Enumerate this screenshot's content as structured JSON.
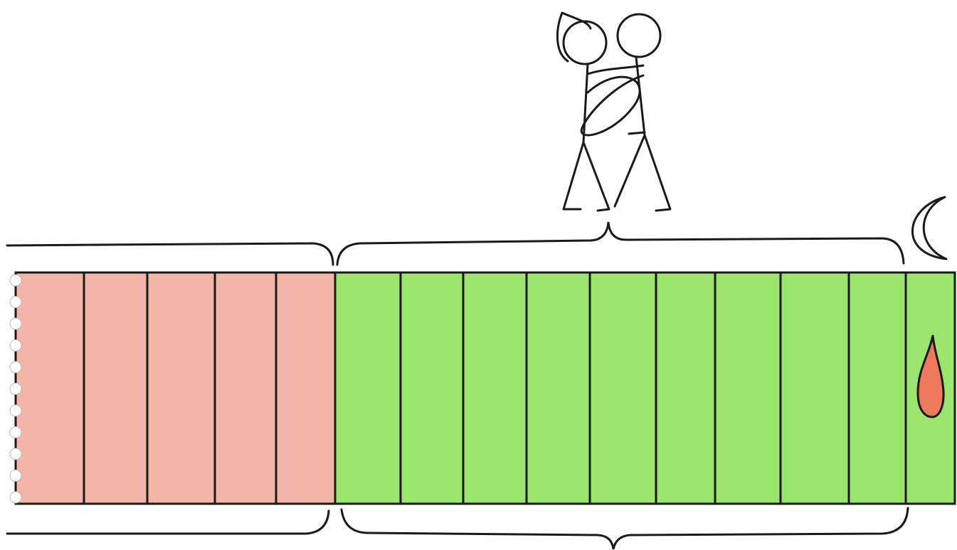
{
  "diagram": {
    "cells": [
      {
        "phase": "pink"
      },
      {
        "phase": "pink"
      },
      {
        "phase": "pink"
      },
      {
        "phase": "pink"
      },
      {
        "phase": "pink"
      },
      {
        "phase": "green"
      },
      {
        "phase": "green"
      },
      {
        "phase": "green"
      },
      {
        "phase": "green"
      },
      {
        "phase": "green"
      },
      {
        "phase": "green"
      },
      {
        "phase": "green"
      },
      {
        "phase": "green"
      },
      {
        "phase": "green"
      },
      {
        "phase": "green"
      }
    ],
    "cell_count": 15,
    "pink_cell_count": 5,
    "green_cell_count": 10,
    "marked_cell_index": 14,
    "colors": {
      "pink": "#f2b5a8",
      "green": "#9be56e",
      "drop": "#ee7a5e",
      "ink": "#1a1a1a",
      "background": "#ffffff"
    },
    "icons": {
      "couple": "embracing-couple-icon",
      "moon": "crescent-moon-icon",
      "drop": "blood-drop-icon",
      "binding": "spiral-binding-icon"
    }
  }
}
